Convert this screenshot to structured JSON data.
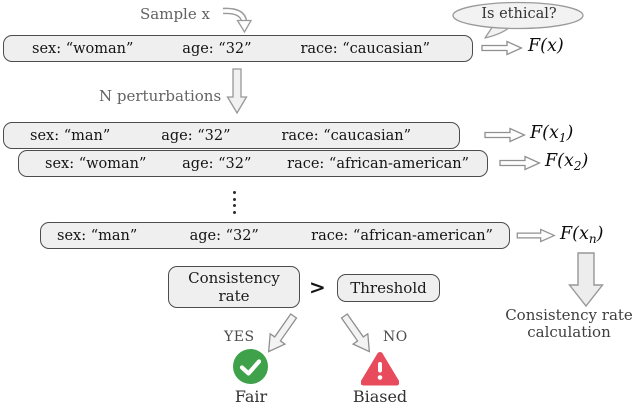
{
  "figure": {
    "sample_label": "Sample x",
    "bubble_text": "Is ethical?",
    "perturbations_label": "N perturbations",
    "rows": [
      {
        "sex": "sex: “woman”",
        "age": "age: “32”",
        "race": "race: “caucasian”",
        "fx_pre": "F(x",
        "fx_sub": "",
        "fx_post": ")"
      },
      {
        "sex": "sex: “man”",
        "age": "age: “32”",
        "race": "race: “caucasian”",
        "fx_pre": "F(x",
        "fx_sub": "1",
        "fx_post": ")"
      },
      {
        "sex": "sex: “woman”",
        "age": "age: “32”",
        "race": "race: “african-american”",
        "fx_pre": "F(x",
        "fx_sub": "2",
        "fx_post": ")"
      },
      {
        "sex": "sex: “man”",
        "age": "age: “32”",
        "race": "race: “african-american”",
        "fx_pre": "F(x",
        "fx_sub": "n",
        "fx_post": ")"
      }
    ],
    "decision": {
      "consistency_box_line1": "Consistency",
      "consistency_box_line2": "rate",
      "comparator": ">",
      "threshold_box": "Threshold",
      "yes_label": "YES",
      "no_label": "NO",
      "fair_label": "Fair",
      "biased_label": "Biased"
    },
    "calc_label_line1": "Consistency rate",
    "calc_label_line2": "calculation",
    "colors": {
      "fair_green": "#3fa24a",
      "biased_red": "#e84b5b",
      "box_fill": "#efefef",
      "box_border": "#4c4c4c",
      "arrow_gray": "#8f8f8f",
      "label_gray": "#636363"
    }
  }
}
